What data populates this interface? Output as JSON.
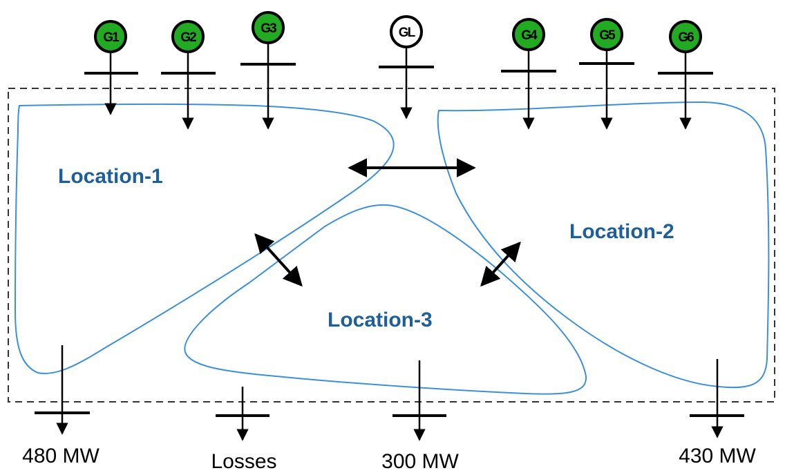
{
  "colors": {
    "generator_fill": "#22aa22",
    "generator_hollow": "#ffffff",
    "outline": "#000000",
    "boundary": "#3b8fdb",
    "location_text": "#1f5f99",
    "dashed_box": "#333333"
  },
  "generators": [
    {
      "label": "G1",
      "type": "filled"
    },
    {
      "label": "G2",
      "type": "filled"
    },
    {
      "label": "G3",
      "type": "filled"
    },
    {
      "label": "GL",
      "type": "hollow"
    },
    {
      "label": "G4",
      "type": "filled"
    },
    {
      "label": "G5",
      "type": "filled"
    },
    {
      "label": "G6",
      "type": "filled"
    }
  ],
  "locations": [
    {
      "label": "Location-1"
    },
    {
      "label": "Location-2"
    },
    {
      "label": "Location-3"
    }
  ],
  "loads": [
    {
      "label": "480 MW"
    },
    {
      "label": "Losses"
    },
    {
      "label": "300 MW"
    },
    {
      "label": "430 MW"
    }
  ]
}
